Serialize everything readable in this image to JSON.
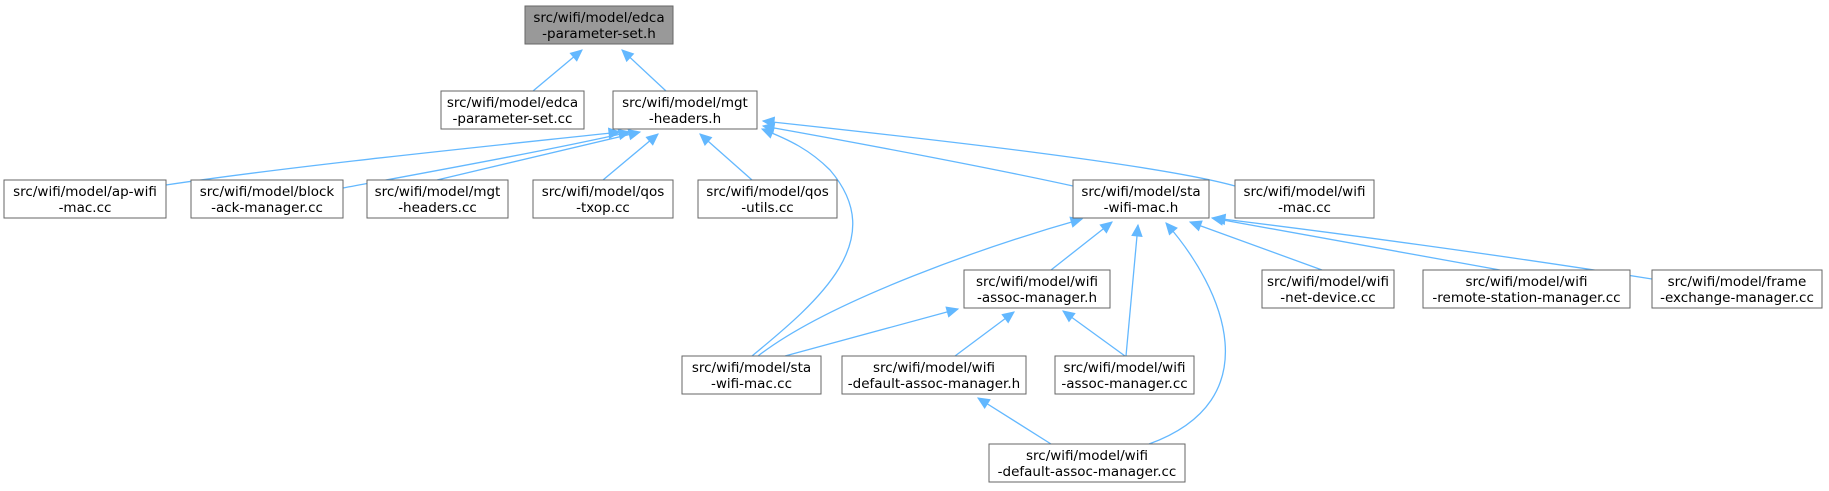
{
  "nodes": [
    {
      "id": "edca_h",
      "lines": [
        "src/wifi/model/edca",
        "-parameter-set.h"
      ],
      "root": true
    },
    {
      "id": "edca_cc",
      "lines": [
        "src/wifi/model/edca",
        "-parameter-set.cc"
      ]
    },
    {
      "id": "mgt_h",
      "lines": [
        "src/wifi/model/mgt",
        "-headers.h"
      ]
    },
    {
      "id": "apwifi",
      "lines": [
        "src/wifi/model/ap-wifi",
        "-mac.cc"
      ]
    },
    {
      "id": "block",
      "lines": [
        "src/wifi/model/block",
        "-ack-manager.cc"
      ]
    },
    {
      "id": "mgt_cc",
      "lines": [
        "src/wifi/model/mgt",
        "-headers.cc"
      ]
    },
    {
      "id": "txop",
      "lines": [
        "src/wifi/model/qos",
        "-txop.cc"
      ]
    },
    {
      "id": "qosutils",
      "lines": [
        "src/wifi/model/qos",
        "-utils.cc"
      ]
    },
    {
      "id": "sta_h",
      "lines": [
        "src/wifi/model/sta",
        "-wifi-mac.h"
      ]
    },
    {
      "id": "wifimac",
      "lines": [
        "src/wifi/model/wifi",
        "-mac.cc"
      ]
    },
    {
      "id": "assoc_h",
      "lines": [
        "src/wifi/model/wifi",
        "-assoc-manager.h"
      ]
    },
    {
      "id": "netdev",
      "lines": [
        "src/wifi/model/wifi",
        "-net-device.cc"
      ]
    },
    {
      "id": "remote",
      "lines": [
        "src/wifi/model/wifi",
        "-remote-station-manager.cc"
      ]
    },
    {
      "id": "frame",
      "lines": [
        "src/wifi/model/frame",
        "-exchange-manager.cc"
      ]
    },
    {
      "id": "sta_cc",
      "lines": [
        "src/wifi/model/sta",
        "-wifi-mac.cc"
      ]
    },
    {
      "id": "defassoc_h",
      "lines": [
        "src/wifi/model/wifi",
        "-default-assoc-manager.h"
      ]
    },
    {
      "id": "assoc_cc",
      "lines": [
        "src/wifi/model/wifi",
        "-assoc-manager.cc"
      ]
    },
    {
      "id": "defassoc_cc",
      "lines": [
        "src/wifi/model/wifi",
        "-default-assoc-manager.cc"
      ]
    }
  ],
  "edges": [
    {
      "from": "edca_cc",
      "to": "edca_h"
    },
    {
      "from": "mgt_h",
      "to": "edca_h"
    },
    {
      "from": "apwifi",
      "to": "mgt_h"
    },
    {
      "from": "block",
      "to": "mgt_h"
    },
    {
      "from": "mgt_cc",
      "to": "mgt_h"
    },
    {
      "from": "txop",
      "to": "mgt_h"
    },
    {
      "from": "qosutils",
      "to": "mgt_h"
    },
    {
      "from": "sta_h",
      "to": "mgt_h"
    },
    {
      "from": "wifimac",
      "to": "mgt_h"
    },
    {
      "from": "sta_cc",
      "to": "mgt_h"
    },
    {
      "from": "assoc_h",
      "to": "sta_h"
    },
    {
      "from": "netdev",
      "to": "sta_h"
    },
    {
      "from": "remote",
      "to": "sta_h"
    },
    {
      "from": "frame",
      "to": "sta_h"
    },
    {
      "from": "sta_cc",
      "to": "sta_h"
    },
    {
      "from": "assoc_cc",
      "to": "sta_h"
    },
    {
      "from": "defassoc_cc",
      "to": "sta_h"
    },
    {
      "from": "sta_cc",
      "to": "assoc_h"
    },
    {
      "from": "defassoc_h",
      "to": "assoc_h"
    },
    {
      "from": "assoc_cc",
      "to": "assoc_h"
    },
    {
      "from": "defassoc_cc",
      "to": "defassoc_h"
    }
  ],
  "colors": {
    "edge": "#63b8ff",
    "node_border": "#666666",
    "node_fill": "#ffffff",
    "root_fill": "#999999"
  }
}
